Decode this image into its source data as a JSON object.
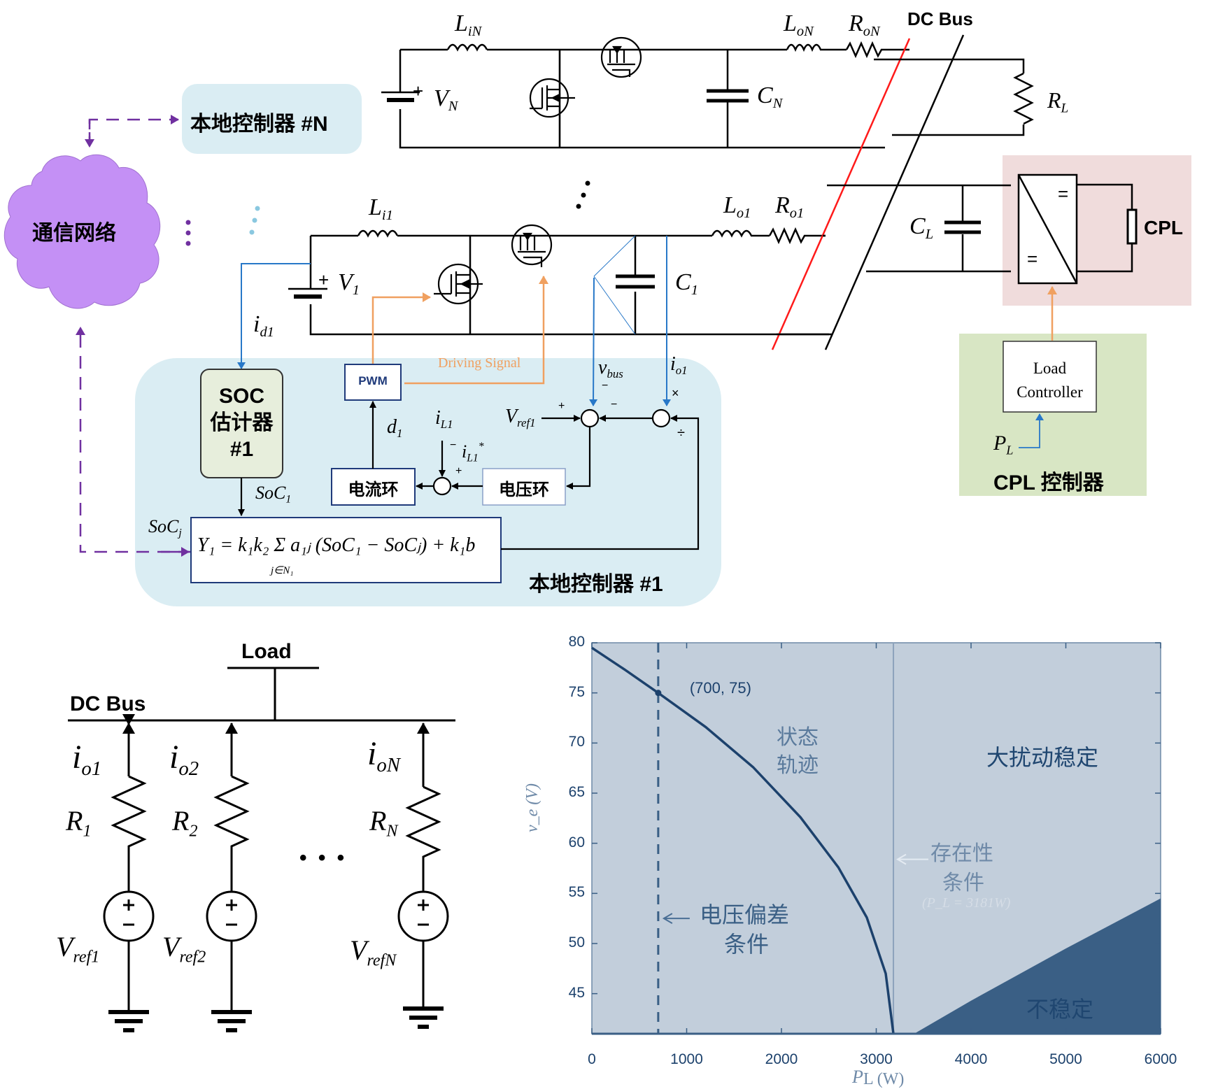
{
  "top_circuit": {
    "dc_bus_label": "DC Bus",
    "unit_N": {
      "controller_label": "本地控制器 #N",
      "inductor_in": {
        "sym": "L",
        "sub": "iN"
      },
      "source": {
        "sym": "V",
        "sub": "N",
        "plus": "+",
        "minus": "-"
      },
      "capacitor": {
        "sym": "C",
        "sub": "N"
      },
      "inductor_out": {
        "sym": "L",
        "sub": "oN"
      },
      "resistor_out": {
        "sym": "R",
        "sub": "oN"
      }
    },
    "unit_1": {
      "inductor_in": {
        "sym": "L",
        "sub": "i1"
      },
      "source": {
        "sym": "V",
        "sub": "1",
        "plus": "+",
        "minus": "-"
      },
      "capacitor": {
        "sym": "C",
        "sub": "1"
      },
      "inductor_out": {
        "sym": "L",
        "sub": "o1"
      },
      "resistor_out": {
        "sym": "R",
        "sub": "o1"
      },
      "current_meas": {
        "sym": "i",
        "sub": "d1"
      }
    },
    "load_resistor": {
      "sym": "R",
      "sub": "L"
    },
    "load_capacitor": {
      "sym": "C",
      "sub": "L"
    },
    "cpl_label": "CPL",
    "converter_symbol": "=",
    "network_label": "通信网络",
    "ellipsis": "⋮"
  },
  "local_controller_1": {
    "title": "本地控制器 #1",
    "soc_estimator": [
      "SOC",
      "估计器",
      "#1"
    ],
    "pwm_label": "PWM",
    "driving_signal": "Driving Signal",
    "current_loop": "电流环",
    "voltage_loop": "电压环",
    "d1": {
      "sym": "d",
      "sub": "1"
    },
    "iL1": {
      "sym": "i",
      "sub": "L1"
    },
    "iL1_ref": {
      "sym": "i",
      "sub": "L1",
      "sup": "*"
    },
    "vbus": {
      "sym": "v",
      "sub": "bus"
    },
    "io1": {
      "sym": "i",
      "sub": "o1"
    },
    "vref1": {
      "sym": "V",
      "sub": "ref1"
    },
    "soc1": {
      "sym": "SoC",
      "sub": "1"
    },
    "socj": {
      "sym": "SoC",
      "sub": "j"
    },
    "signs": {
      "plus": "+",
      "minus": "−",
      "times": "×",
      "divide": "÷"
    },
    "formula": "Y₁ = k₁k₂ Σ a₁ⱼ (SoC₁ − SoCⱼ) + k₁b",
    "formula_sum_index": "j∈N₁"
  },
  "cpl_controller": {
    "title": "CPL 控制器",
    "box_label": [
      "Load",
      "Controller"
    ],
    "input": {
      "sym": "P",
      "sub": "L"
    }
  },
  "equivalent_circuit": {
    "load_label": "Load",
    "bus_label": "DC Bus",
    "ellipsis": "• • •",
    "branches": [
      {
        "current": {
          "sym": "i",
          "sub": "o1"
        },
        "resistor": {
          "sym": "R",
          "sub": "1"
        },
        "source": {
          "sym": "V",
          "sub": "ref1"
        }
      },
      {
        "current": {
          "sym": "i",
          "sub": "o2"
        },
        "resistor": {
          "sym": "R",
          "sub": "2"
        },
        "source": {
          "sym": "V",
          "sub": "ref2"
        }
      },
      {
        "current": {
          "sym": "i",
          "sub": "oN"
        },
        "resistor": {
          "sym": "R",
          "sub": "N"
        },
        "source": {
          "sym": "V",
          "sub": "refN"
        }
      }
    ]
  },
  "colors": {
    "red_bus": "#ff1a1a",
    "blue_signal": "#2878c8",
    "orange_signal": "#f0a060",
    "purple_comm": "#7030a0",
    "cloud": "#c490f5",
    "controller_bg": "#daedf3",
    "cpl_bg": "#f0dcdc",
    "cpl_ctrl_bg": "#d8e6c4",
    "soc_box_bg": "#e7eedc",
    "chart_bg": "#c2cedb",
    "chart_dark": "#3a5f85",
    "chart_line": "#1c416c"
  },
  "chart_data": {
    "type": "line",
    "title": "",
    "xlabel": "P_L (W)",
    "ylabel": "v_e (V)",
    "xlim": [
      0,
      6000
    ],
    "ylim": [
      41,
      80
    ],
    "xticks": [
      0,
      1000,
      2000,
      3000,
      4000,
      5000,
      6000
    ],
    "yticks": [
      45,
      50,
      55,
      60,
      65,
      70,
      75,
      80
    ],
    "grid": false,
    "series": [
      {
        "name": "状态轨迹",
        "x": [
          0,
          350,
          700,
          1200,
          1700,
          2200,
          2600,
          2900,
          3100,
          3181
        ],
        "y": [
          79.5,
          77.3,
          75,
          71.6,
          67.6,
          62.6,
          57.6,
          52.6,
          47.0,
          41
        ]
      }
    ],
    "unstable_region": {
      "label": "不稳定",
      "boundary_x": [
        3400,
        4000,
        5000,
        6000
      ],
      "boundary_y": [
        41,
        44.3,
        49.5,
        54.5
      ]
    },
    "vertical_lines": [
      {
        "x": 700,
        "style": "dashed",
        "label": "电压偏差条件"
      },
      {
        "x": 3181,
        "style": "solid",
        "label": "存在性条件",
        "sublabel": "(P_L = 3181W)"
      }
    ],
    "marker": {
      "x": 700,
      "y": 75,
      "label": "(700, 75)"
    },
    "annotations": [
      "状态轨迹",
      "大扰动稳定",
      "不稳定",
      "电压偏差条件",
      "存在性条件"
    ],
    "region_labels": {
      "trajectory": [
        "状态",
        "轨迹"
      ],
      "stable": "大扰动稳定",
      "unstable": "不稳定",
      "voltage_cond": [
        "电压偏差",
        "条件"
      ],
      "exist_cond": [
        "存在性",
        "条件"
      ],
      "exist_sub": "(P_L = 3181W)"
    }
  }
}
